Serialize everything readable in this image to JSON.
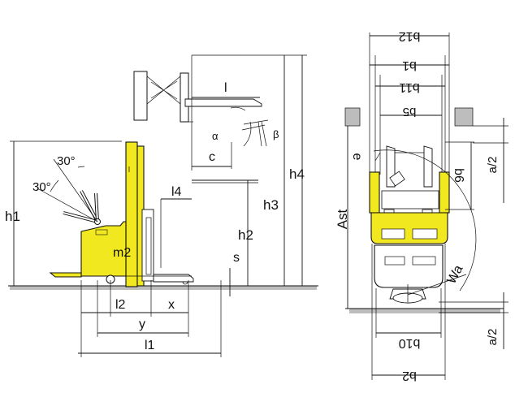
{
  "colors": {
    "yellow": "#f2e81f",
    "line": "#111111",
    "ground": "#9a9a9a",
    "background": "#ffffff"
  },
  "side_view": {
    "labels": {
      "h1": "h1",
      "h2": "h2",
      "h3": "h3",
      "h4": "h4",
      "l": "l",
      "l1": "l1",
      "l2": "l2",
      "l4": "l4",
      "c": "c",
      "s": "s",
      "x": "x",
      "y": "y",
      "m2": "m2",
      "alpha": "α",
      "beta": "β",
      "angle_upper": "30°",
      "angle_lower": "30°"
    }
  },
  "top_view": {
    "labels": {
      "b12": "b12",
      "b1": "b1",
      "b11": "b11",
      "b5": "b5",
      "b6": "b6",
      "b10": "b10",
      "b2": "b2",
      "a2_top": "a/2",
      "a2_bottom": "a/2",
      "ast": "Ast",
      "wa": "Wa",
      "e": "e"
    }
  }
}
